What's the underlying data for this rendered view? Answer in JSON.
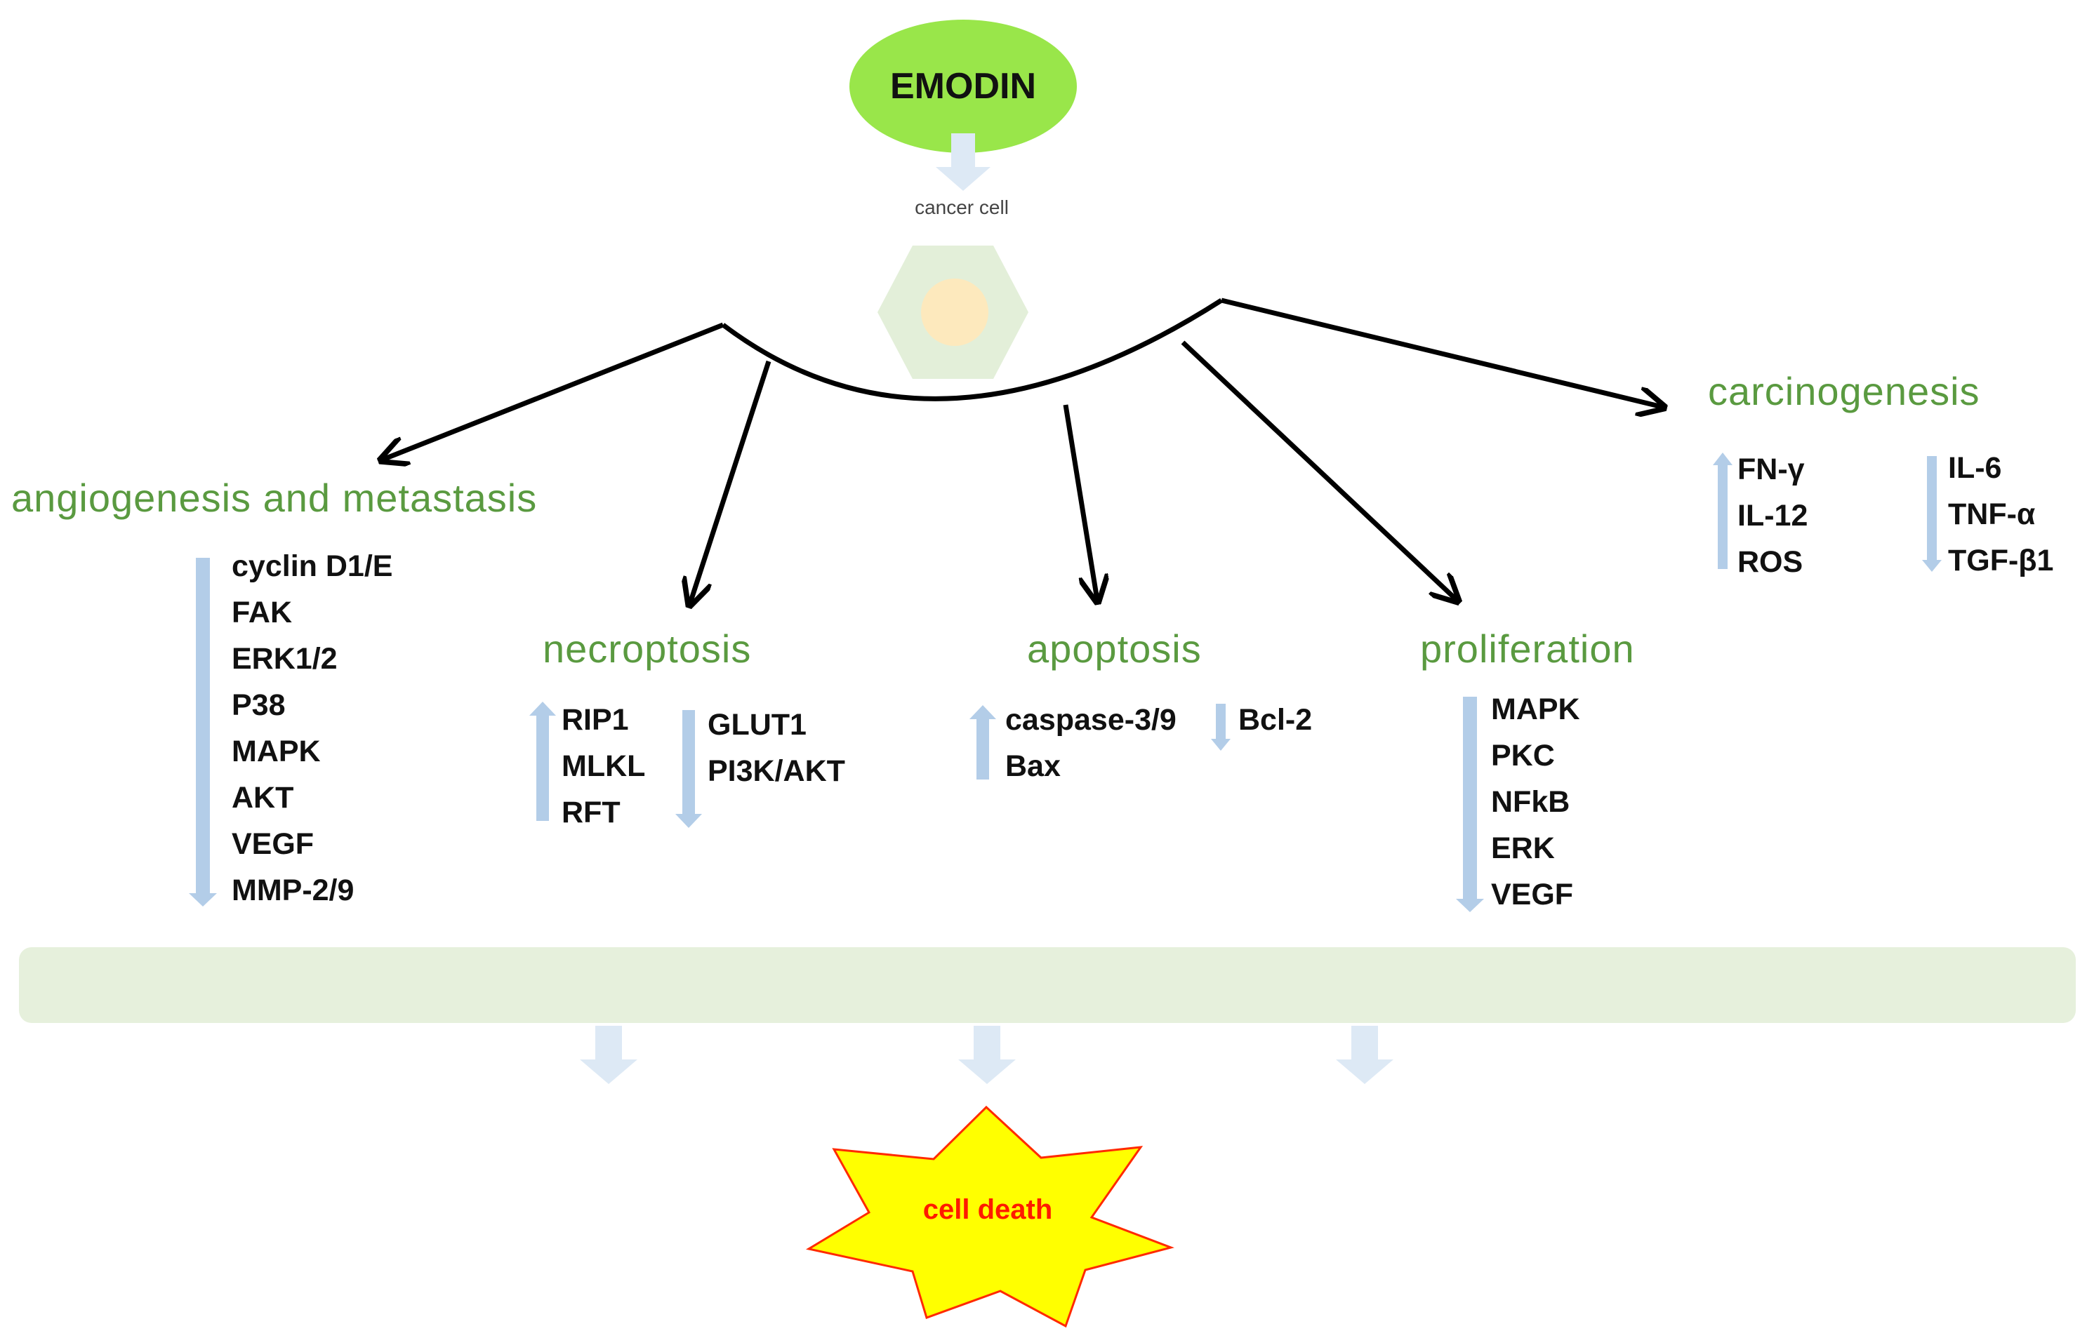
{
  "drug": "EMODIN",
  "cell_label": "cancer cell",
  "outcome": "cell death",
  "colors": {
    "drug_fill": "#99e64a",
    "category_text": "#5a9a40",
    "regulation_arrow": "#b3cde8",
    "band_fill": "#e6f0dc",
    "cell_hexagon": "#e3efd9",
    "cell_nucleus": "#fde9bd",
    "burst_fill": "#ffff00",
    "burst_stroke": "#ff2a00",
    "outcome_text": "#ff1a00"
  },
  "categories": {
    "angiogenesis": {
      "label": "angiogenesis and metastasis",
      "down": [
        "cyclin D1/E",
        "FAK",
        "ERK1/2",
        "P38",
        "MAPK",
        "AKT",
        "VEGF",
        "MMP-2/9"
      ]
    },
    "necroptosis": {
      "label": "necroptosis",
      "up": [
        "RIP1",
        "MLKL",
        "RFT"
      ],
      "down": [
        "GLUT1",
        "PI3K/AKT"
      ]
    },
    "apoptosis": {
      "label": "apoptosis",
      "up": [
        "caspase-3/9",
        "Bax"
      ],
      "down": [
        "Bcl-2"
      ]
    },
    "proliferation": {
      "label": "proliferation",
      "down": [
        "MAPK",
        "PKC",
        "NFkB",
        "ERK",
        "VEGF"
      ]
    },
    "carcinogenesis": {
      "label": "carcinogenesis",
      "up": [
        "FN-γ",
        "IL-12",
        "ROS"
      ],
      "down": [
        "IL-6",
        "TNF-α",
        "TGF-β1"
      ]
    }
  }
}
